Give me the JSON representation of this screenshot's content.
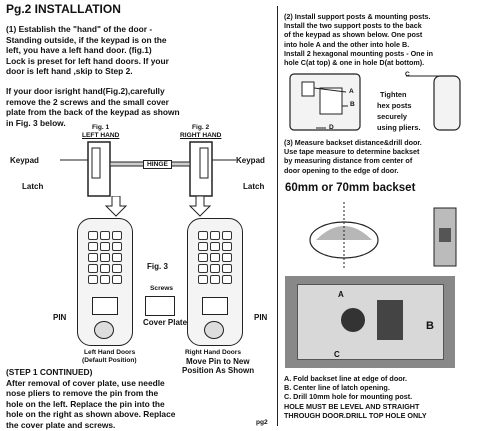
{
  "page": {
    "title": "Pg.2  INSTALLATION",
    "footer_fragment": "pg2"
  },
  "left": {
    "step1_intro": "(1) Establish the \"hand\" of the door -\n   Standing outside, if the keypad is on the\n       left, you have a  left hand  door. (fig.1)\n   Lock is preset for left hand doors. If your\n   door is left hand ,skip to Step 2.",
    "right_hand_text": "If your door isright hand(Fig.2),carefully\nremove the 2 screws and the small cover\nplate from the back of the keypad as shown\nin Fig. 3 below.",
    "fig1_title": "Fig. 1",
    "fig1_sub": "LEFT HAND",
    "fig2_title": "Fig. 2",
    "fig2_sub": "RIGHT HAND",
    "keypad_left": "Keypad",
    "keypad_right": "Keypad",
    "hinge": "HINGE",
    "latch_left": "Latch",
    "latch_right": "Latch",
    "fig3": "Fig. 3",
    "screws": "Screws",
    "cover_plate": "Cover Plate",
    "pin_left": "PIN",
    "pin_right": "PIN",
    "left_doors_caption_1": "Left Hand Doors",
    "left_doors_caption_2": "(Default Position)",
    "right_doors_caption_1": "Right Hand Doors",
    "right_doors_caption_2": "Move Pin to New",
    "right_doors_caption_3": "Position As Shown",
    "step1_cont_title": "(STEP 1 CONTINUED)",
    "step1_cont_text": "After removal of cover plate, use needle\nnose pliers to remove the pin from the\nhole on the left. Replace the pin into the\nhole on the right as shown above. Replace\nthe cover plate and screws."
  },
  "right": {
    "step2_text": "(2) Install support posts & mounting posts.\nInstall the two support posts to the back\nof the keypad as shown below. One post\ninto hole A and the other into hole B.\nInstall 2 hexagonal mounting posts - One in\nhole C(at top) & one in hole D(at bottom).",
    "label_c": "C",
    "label_a": "A",
    "label_b": "B",
    "label_d": "D",
    "tighten_1": "Tighten",
    "tighten_2": "hex posts",
    "tighten_3": "securely",
    "tighten_4": "using pliers.",
    "step3_text": "(3) Measure backset distance&drill door.\nUse tape measure to determine backset\nby measuring distance from center of\ndoor opening to the edge of door.",
    "backset": "60mm or 70mm backset",
    "photo_a": "A",
    "photo_b": "B",
    "photo_c": "C",
    "list_a": "A. Fold backset line at edge of door.",
    "list_b": "B. Center line of latch opening.",
    "list_c": "C. Drill 10mm hole for mounting post.",
    "warning_1": "HOLE MUST BE LEVEL AND STRAIGHT",
    "warning_2": "THROUGH DOOR.DRILL TOP HOLE ONLY"
  }
}
